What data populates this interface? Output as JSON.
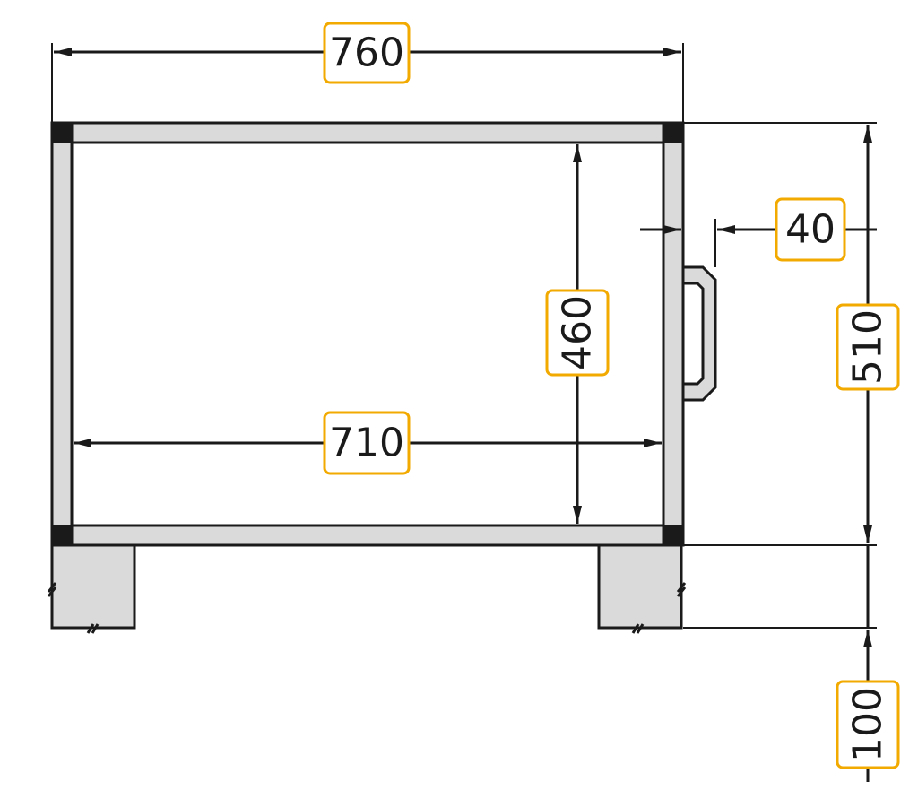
{
  "dimensions": {
    "outer_width": "760",
    "inner_width": "710",
    "inner_height": "460",
    "outer_height": "510",
    "handle_offset": "40",
    "leg_height": "100"
  },
  "colors": {
    "frame_fill": "#dadada",
    "line": "#1a1a1a",
    "label_border": "#f2a900",
    "background": "#ffffff"
  }
}
